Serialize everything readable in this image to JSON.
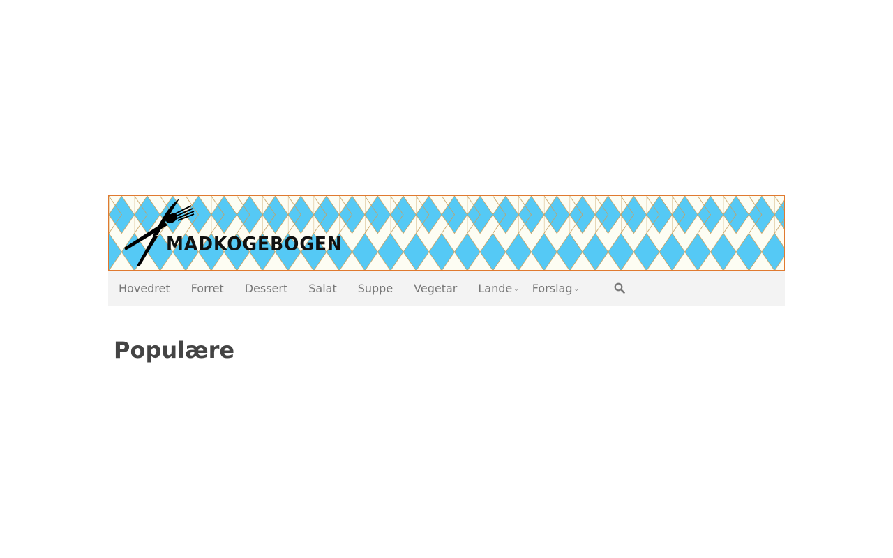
{
  "header": {
    "logo_text": "MADKOGEBOGEN"
  },
  "nav": {
    "items": [
      {
        "label": "Hovedret"
      },
      {
        "label": "Forret"
      },
      {
        "label": "Dessert"
      },
      {
        "label": "Salat"
      },
      {
        "label": "Suppe"
      },
      {
        "label": "Vegetar"
      },
      {
        "label": "Lande",
        "dropdown": true
      },
      {
        "label": "Forslag",
        "dropdown": true
      }
    ],
    "search_icon": "search-icon"
  },
  "main": {
    "heading": "Populære"
  },
  "colors": {
    "diamond_blue": "#55c9f5",
    "diamond_cream": "#fdfdf3",
    "border": "#e07a30",
    "nav_bg": "#f3f3f3"
  }
}
